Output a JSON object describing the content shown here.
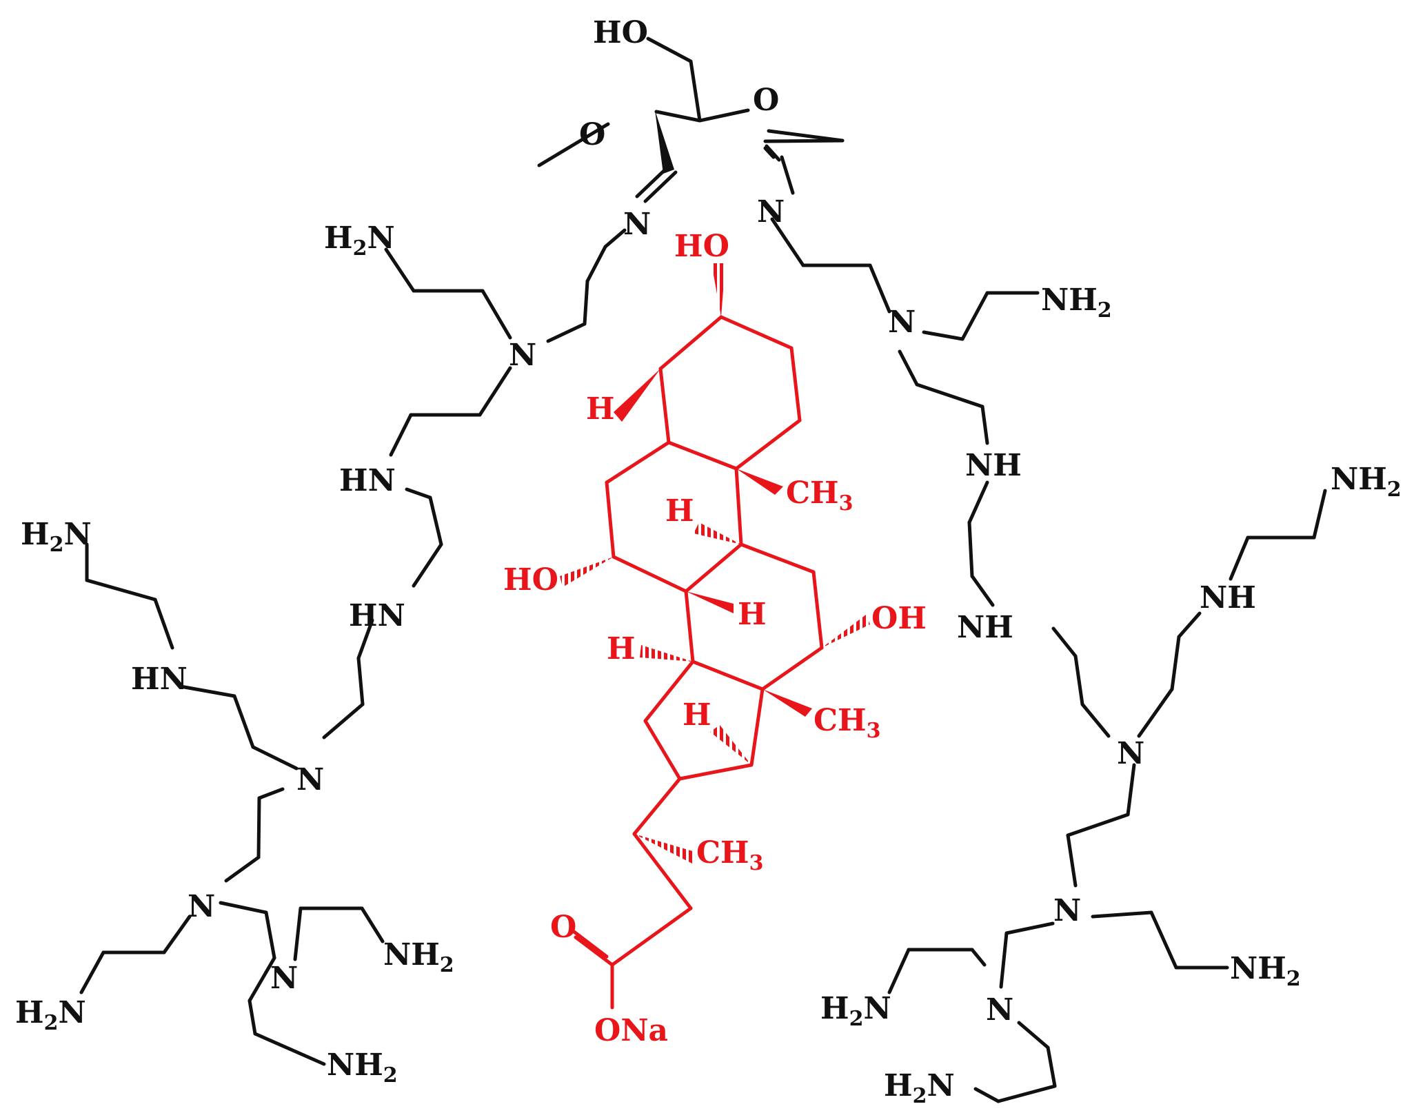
{
  "colors": {
    "black_structure": "#111111",
    "red_structure": "#e8151b"
  },
  "black_labels": [
    {
      "id": "ho-top",
      "main": "HO"
    },
    {
      "id": "o-methoxy",
      "main": "O"
    },
    {
      "id": "o-ring",
      "main": "O"
    },
    {
      "id": "n-imine-left",
      "main": "N"
    },
    {
      "id": "n-imine-right",
      "main": "N"
    },
    {
      "id": "h2n-1",
      "main": "H",
      "sub": "2",
      "tail": "N"
    },
    {
      "id": "n-1",
      "main": "N"
    },
    {
      "id": "hn-1",
      "main": "HN"
    },
    {
      "id": "hn-2",
      "main": "HN"
    },
    {
      "id": "h2n-2",
      "main": "H",
      "sub": "2",
      "tail": "N"
    },
    {
      "id": "hn-3",
      "main": "HN"
    },
    {
      "id": "n-2",
      "main": "N"
    },
    {
      "id": "n-3",
      "main": "N"
    },
    {
      "id": "n-4",
      "main": "N"
    },
    {
      "id": "nh2-1",
      "main": "NH",
      "sub": "2"
    },
    {
      "id": "h2n-3",
      "main": "H",
      "sub": "2",
      "tail": "N"
    },
    {
      "id": "nh2-2",
      "main": "NH",
      "sub": "2"
    },
    {
      "id": "n-5",
      "main": "N"
    },
    {
      "id": "nh2-3",
      "main": "NH",
      "sub": "2"
    },
    {
      "id": "nh-1",
      "main": "NH"
    },
    {
      "id": "nh-2",
      "main": "NH"
    },
    {
      "id": "nh2-4",
      "main": "NH",
      "sub": "2"
    },
    {
      "id": "nh-3",
      "main": "NH"
    },
    {
      "id": "n-6",
      "main": "N"
    },
    {
      "id": "n-7",
      "main": "N"
    },
    {
      "id": "nh2-5",
      "main": "NH",
      "sub": "2"
    },
    {
      "id": "n-8",
      "main": "N"
    },
    {
      "id": "h2n-4",
      "main": "H",
      "sub": "2",
      "tail": "N"
    },
    {
      "id": "h2n-5",
      "main": "H",
      "sub": "2",
      "tail": "N"
    }
  ],
  "red_labels": [
    {
      "id": "ho-a",
      "main": "HO"
    },
    {
      "id": "h-a",
      "main": "H"
    },
    {
      "id": "ch3-a",
      "main": "CH",
      "sub": "3"
    },
    {
      "id": "h-b",
      "main": "H"
    },
    {
      "id": "ho-b",
      "main": "HO"
    },
    {
      "id": "h-c",
      "main": "H"
    },
    {
      "id": "oh-a",
      "main": "OH"
    },
    {
      "id": "h-d",
      "main": "H"
    },
    {
      "id": "ch3-b",
      "main": "CH",
      "sub": "3"
    },
    {
      "id": "h-e",
      "main": "H"
    },
    {
      "id": "ch3-c",
      "main": "CH",
      "sub": "3"
    },
    {
      "id": "o-carbonyl",
      "main": "O"
    },
    {
      "id": "ona",
      "main": "ONa"
    }
  ]
}
